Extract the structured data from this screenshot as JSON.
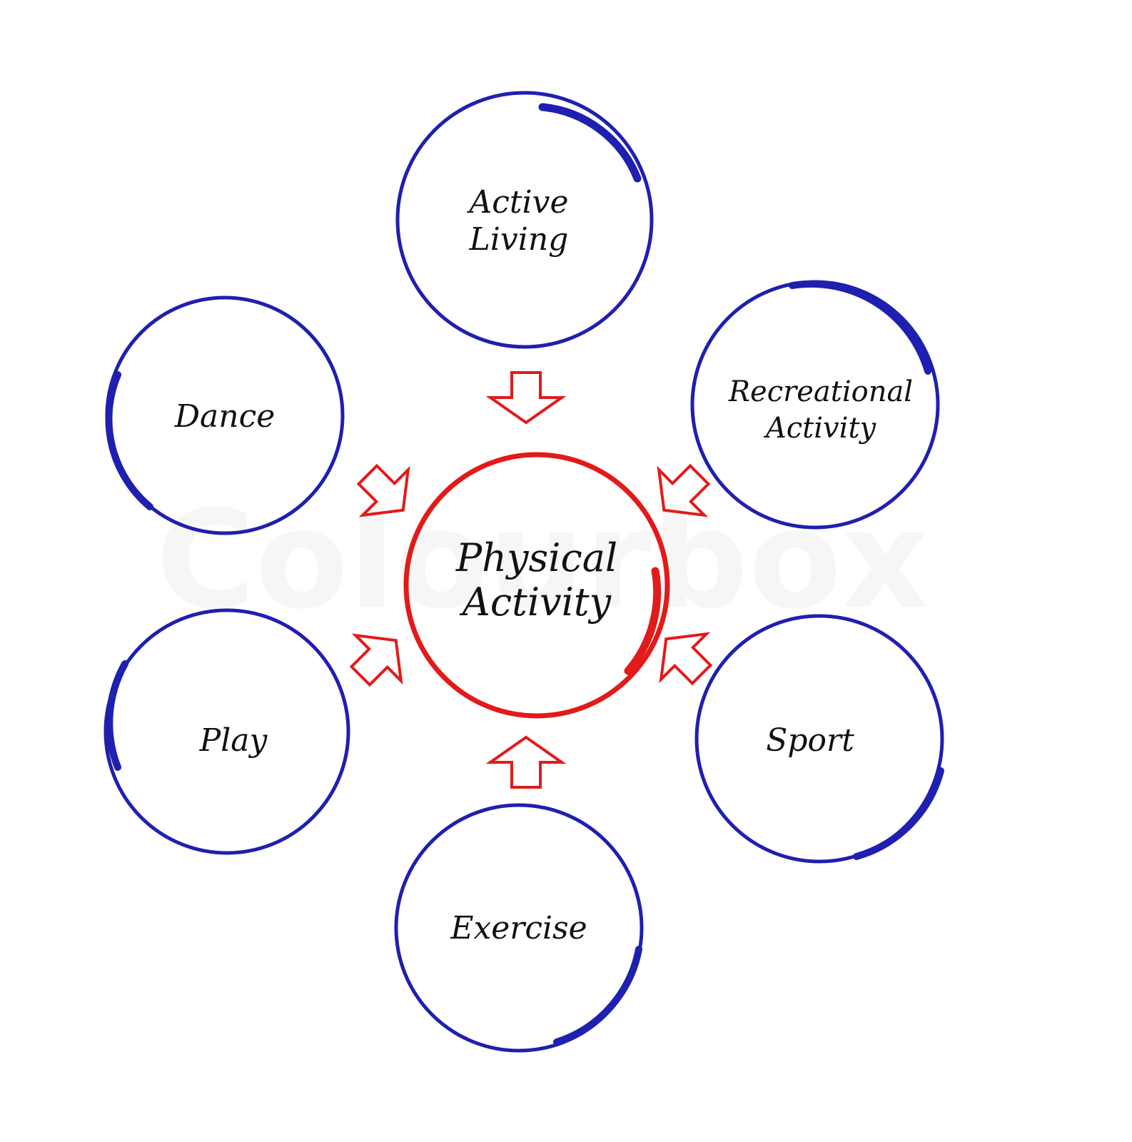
{
  "diagram": {
    "center": {
      "line1": "Physical",
      "line2": "Activity"
    },
    "nodes": [
      {
        "id": "active-living",
        "line1": "Active",
        "line2": "Living"
      },
      {
        "id": "recreational-activity",
        "line1": "Recreational",
        "line2": "Activity"
      },
      {
        "id": "sport",
        "line1": "Sport"
      },
      {
        "id": "exercise",
        "line1": "Exercise"
      },
      {
        "id": "play",
        "line1": "Play"
      },
      {
        "id": "dance",
        "line1": "Dance"
      }
    ],
    "watermark": "Colourbox"
  },
  "colors": {
    "node_circle": "#1f1fb0",
    "center_circle": "#e31a1a",
    "arrow": "#e31a1a",
    "text": "#111111",
    "background": "#ffffff",
    "watermark": "#f6f6f6"
  }
}
